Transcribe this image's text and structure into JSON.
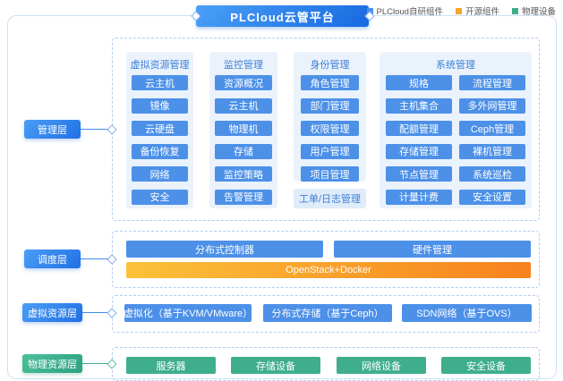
{
  "title": "PLCloud云管平台",
  "legend": {
    "items": [
      {
        "label": "PLCloud自研组件",
        "color": "#4a90e8"
      },
      {
        "label": "开源组件",
        "color": "#f5a62a"
      },
      {
        "label": "物理设备",
        "color": "#3fae8c"
      }
    ]
  },
  "layers": {
    "management": {
      "label": "管理层",
      "groups": [
        {
          "header": "虚拟资源管理",
          "items": [
            "云主机",
            "镜像",
            "云硬盘",
            "备份恢复",
            "网络",
            "安全"
          ]
        },
        {
          "header": "监控管理",
          "items": [
            "资源概况",
            "云主机",
            "物理机",
            "存储",
            "监控策略",
            "告警管理"
          ]
        },
        {
          "header": "身份管理",
          "items": [
            "角色管理",
            "部门管理",
            "权限管理",
            "用户管理",
            "项目管理"
          ],
          "footer": "工单/日志管理"
        },
        {
          "header": "系统管理",
          "col_left": [
            "规格",
            "主机集合",
            "配额管理",
            "存储管理",
            "节点管理",
            "计量计费"
          ],
          "col_right": [
            "流程管理",
            "多外网管理",
            "Ceph管理",
            "裸机管理",
            "系统巡检",
            "安全设置"
          ]
        }
      ]
    },
    "scheduling": {
      "label": "调度层",
      "bars": [
        "分布式控制器",
        "硬件管理"
      ],
      "opensource_bar": "OpenStack+Docker"
    },
    "virtual": {
      "label": "虚拟资源层",
      "bars": [
        "虚拟化（基于KVM/VMware）",
        "分布式存储（基于Ceph）",
        "SDN网络（基于OVS）"
      ]
    },
    "physical": {
      "label": "物理资源层",
      "bars": [
        "服务器",
        "存储设备",
        "网络设备",
        "安全设备"
      ]
    }
  },
  "colors": {
    "self_developed_blue": "#4a90e8",
    "opensource_orange_start": "#fbc139",
    "opensource_orange_end": "#f7821e",
    "device_green": "#3fae8c",
    "title_gradient_start": "#4aa0f6",
    "title_gradient_end": "#1769e0",
    "group_background": "#eaf2fc",
    "dashed_border": "#b3cdec"
  }
}
